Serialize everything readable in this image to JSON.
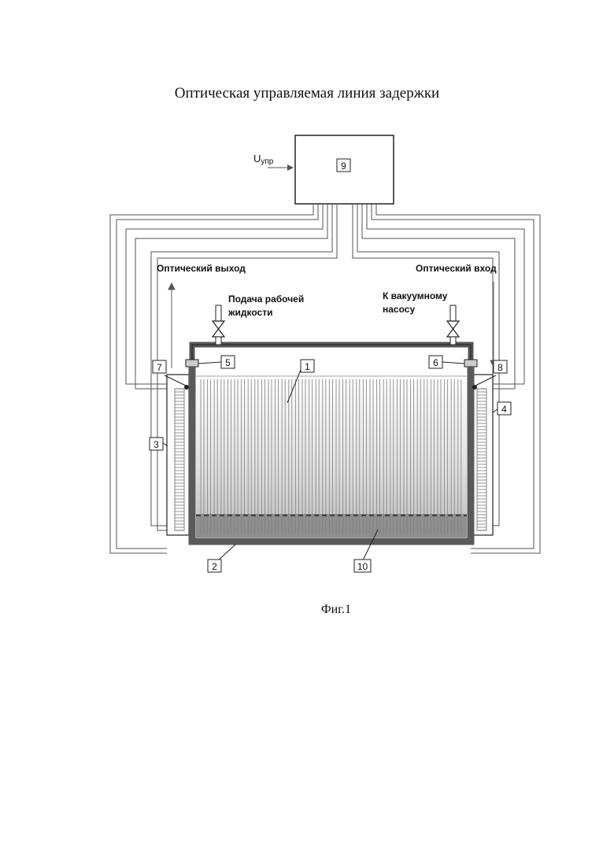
{
  "title": "Оптическая управляемая линия задержки",
  "caption": "Фиг.1",
  "labels": {
    "control_voltage": "U",
    "control_voltage_sub": "упр",
    "optical_output": "Оптический выход",
    "optical_input": "Оптический вход",
    "liquid_feed_line1": "Подача рабочей",
    "liquid_feed_line2": "жидкости",
    "vacuum_line1": "К вакуумному",
    "vacuum_line2": "насосу"
  },
  "callouts": [
    "1",
    "2",
    "3",
    "4",
    "5",
    "6",
    "7",
    "8",
    "9",
    "10"
  ]
}
